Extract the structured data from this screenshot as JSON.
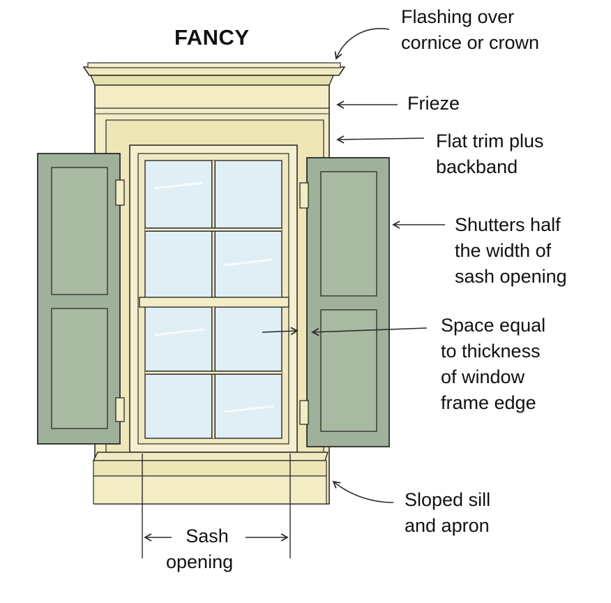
{
  "title": "FANCY",
  "colors": {
    "trim": "#f3ecc4",
    "trim_shadow": "#e4dba8",
    "shutter": "#9fb19a",
    "shutter_panel": "#a9baa3",
    "glass": "#dfeff5",
    "line": "#2a2a2a"
  },
  "labels": {
    "flashing": [
      "Flashing over",
      "cornice or crown"
    ],
    "frieze": [
      "Frieze"
    ],
    "flat_trim": [
      "Flat trim plus",
      "backband"
    ],
    "shutters": [
      "Shutters half",
      "the width of",
      "sash opening"
    ],
    "space": [
      "Space equal",
      "to thickness",
      "of window",
      "frame edge"
    ],
    "sill": [
      "Sloped sill",
      "and apron"
    ],
    "sash": [
      "Sash",
      "opening"
    ]
  }
}
